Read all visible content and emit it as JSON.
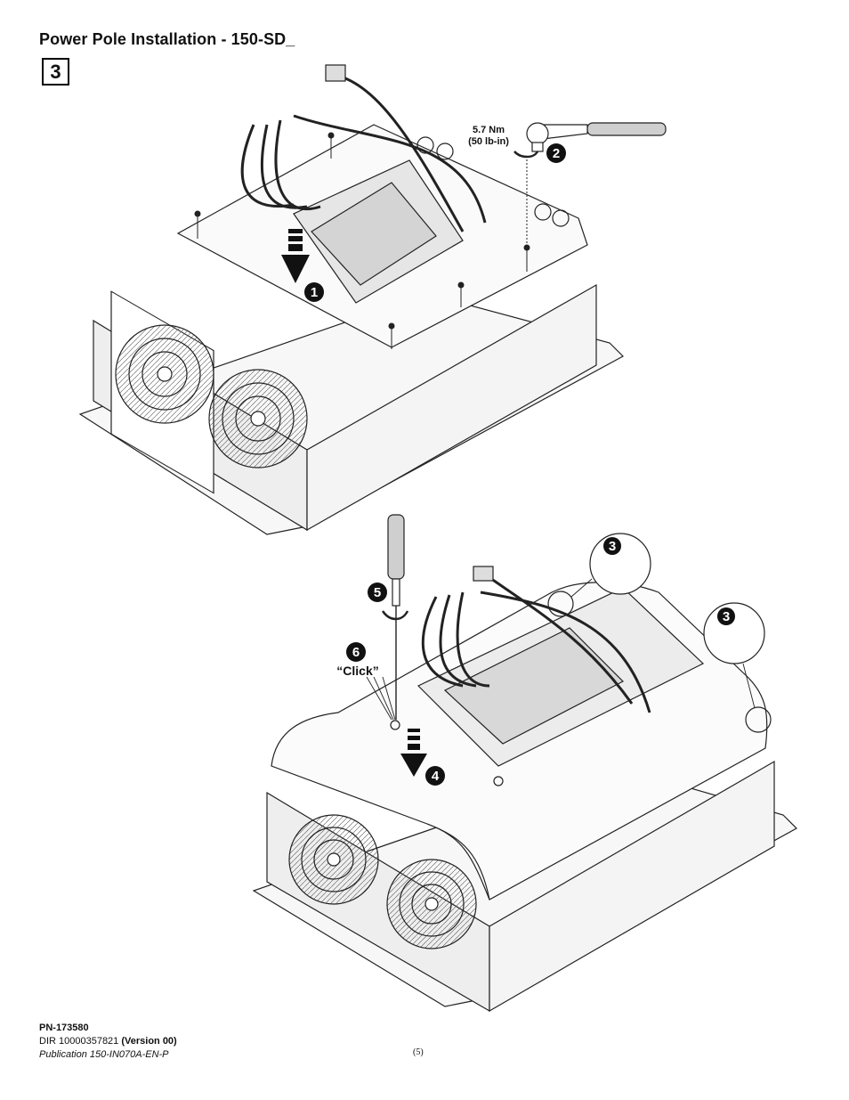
{
  "page": {
    "title": "Power Pole Installation - 150-SD_",
    "step_number": "3",
    "page_number": "(5)"
  },
  "callouts": {
    "c1": "1",
    "c2": "2",
    "c3a": "3",
    "c3b": "3",
    "c4": "4",
    "c5": "5",
    "c6": "6"
  },
  "annotations": {
    "torque_nm": "5.7 Nm",
    "torque_lbin": "(50 lb-in)",
    "click": "“Click”"
  },
  "footer": {
    "part_number": "PN-173580",
    "dir_prefix": "DIR 10000357821 ",
    "dir_version": "(Version 00)",
    "publication": "Publication 150-IN070A-EN-P"
  }
}
